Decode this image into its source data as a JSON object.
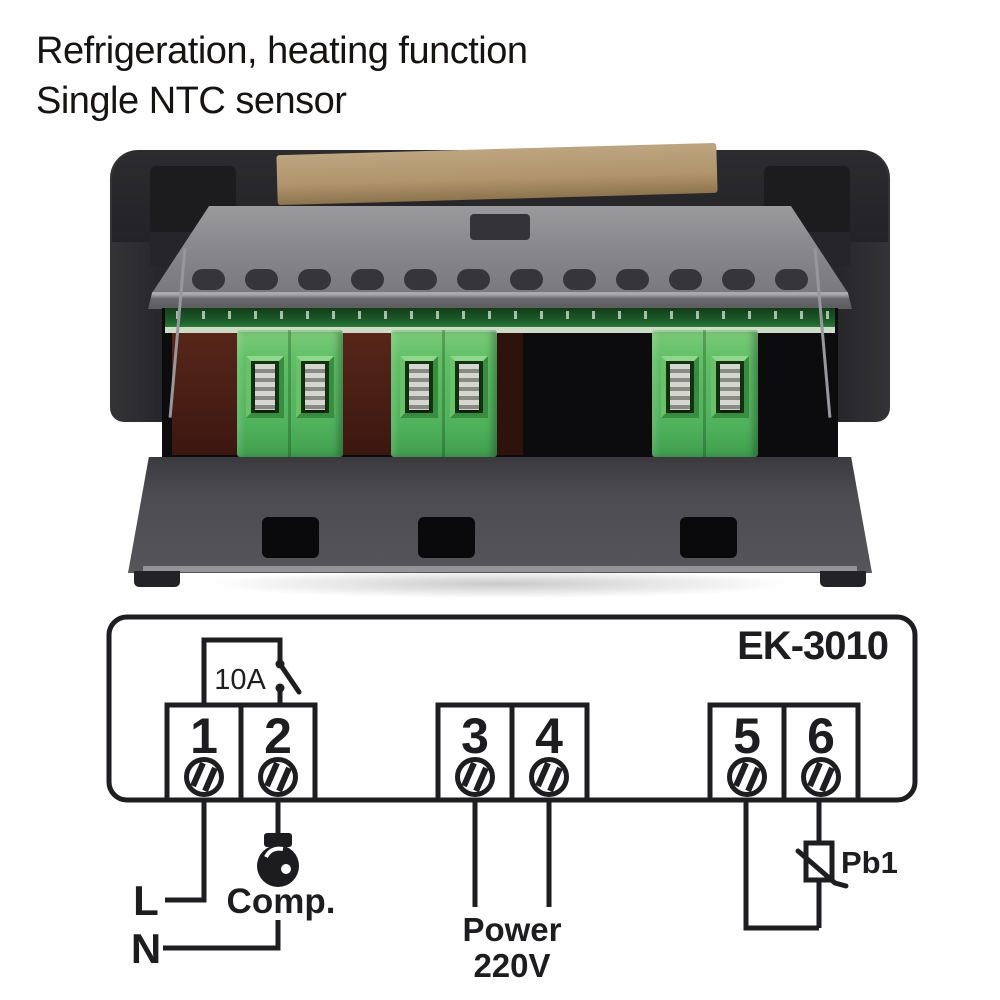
{
  "header": {
    "line1": "Refrigeration, heating function",
    "line2": "Single NTC sensor"
  },
  "photo": {
    "description": "rear view of temperature controller showing screw terminal blocks",
    "vent_count": 12,
    "terminal_blocks": 3,
    "screws_per_block": 2,
    "palette": {
      "case_dark": "#28282b",
      "case_gray": "#86868a",
      "bottom_panel_gray": "#4b4b50",
      "terminal_green": "#5fbe66",
      "pcb_green": "#1d5f2a",
      "pcb_edge": "#ccdcc6",
      "cardboard_tan": "#b0956c",
      "transformer_maroon": "#4a2118"
    }
  },
  "diagram": {
    "model": "EK-3010",
    "relay_rating": "10A",
    "line_color": "#1e1e20",
    "terminals": [
      "1",
      "2",
      "3",
      "4",
      "5",
      "6"
    ],
    "labels": {
      "live": "L",
      "neutral": "N",
      "compressor": "Comp.",
      "power_line1": "Power",
      "power_line2": "220V",
      "sensor": "Pb1"
    }
  }
}
